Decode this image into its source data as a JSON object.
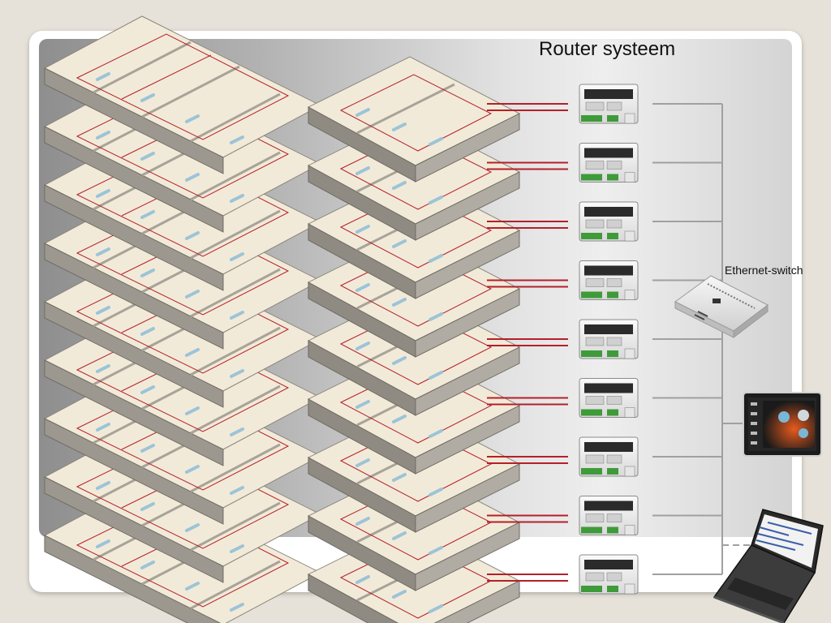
{
  "title": "Router systeem",
  "switch_label": "Ethernet-switch",
  "building": {
    "floors": 9,
    "wall_color": "#9c988f",
    "floor_color": "#f2ead8",
    "cable_color": "#b4202a",
    "fixture_color": "#9bc4d8"
  },
  "router_count": 9,
  "icons": {
    "router": "router-icon",
    "switch": "ethernet-switch-icon",
    "tablet": "tablet-icon",
    "laptop": "laptop-icon"
  },
  "colors": {
    "link_line": "#a0a0a0",
    "red_cable": "#b4202a",
    "panel_dark": "#8e8e8e",
    "panel_light": "#eeeeee"
  }
}
